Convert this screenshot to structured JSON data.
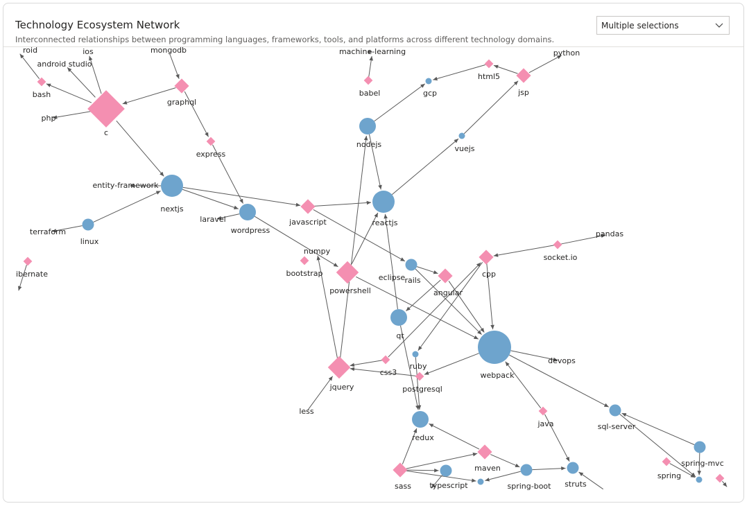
{
  "header": {
    "title": "Technology Ecosystem Network",
    "subtitle": "Interconnected relationships between programming languages, frameworks, tools, and platforms across different technology domains."
  },
  "filter": {
    "selected": "Multiple selections",
    "icon": "chevron-down-icon"
  },
  "colors": {
    "circle": "#6ea4cd",
    "diamond": "#f48fb1",
    "edge": "#595959"
  },
  "nodes": [
    {
      "id": "roid",
      "label": "roid",
      "shape": "none"
    },
    {
      "id": "ios",
      "label": "ios",
      "shape": "none"
    },
    {
      "id": "mongodb",
      "label": "mongodb",
      "shape": "none"
    },
    {
      "id": "android-studio",
      "label": "android studio",
      "shape": "none"
    },
    {
      "id": "bash",
      "label": "bash",
      "shape": "diamond",
      "size": "small"
    },
    {
      "id": "graphql",
      "label": "graphql",
      "shape": "diamond",
      "size": "medium"
    },
    {
      "id": "php",
      "label": "php",
      "shape": "none"
    },
    {
      "id": "c",
      "label": "c",
      "shape": "diamond",
      "size": "xlarge"
    },
    {
      "id": "express",
      "label": "express",
      "shape": "diamond",
      "size": "small"
    },
    {
      "id": "entity-framework",
      "label": "entity-framework",
      "shape": "none"
    },
    {
      "id": "nextjs",
      "label": "nextjs",
      "shape": "circle",
      "size": "large"
    },
    {
      "id": "laravel",
      "label": "laravel",
      "shape": "none"
    },
    {
      "id": "wordpress",
      "label": "wordpress",
      "shape": "circle",
      "size": "medium"
    },
    {
      "id": "terraform",
      "label": "terraform",
      "shape": "none"
    },
    {
      "id": "linux",
      "label": "linux",
      "shape": "circle",
      "size": "small"
    },
    {
      "id": "ibernate",
      "label": "ibernate",
      "shape": "diamond",
      "size": "small"
    },
    {
      "id": "machine-learning",
      "label": "machine-learning",
      "shape": "none"
    },
    {
      "id": "babel",
      "label": "babel",
      "shape": "diamond",
      "size": "small"
    },
    {
      "id": "gcp",
      "label": "gcp",
      "shape": "circle",
      "size": "tiny"
    },
    {
      "id": "html5",
      "label": "html5",
      "shape": "diamond",
      "size": "small"
    },
    {
      "id": "python",
      "label": "python",
      "shape": "none"
    },
    {
      "id": "jsp",
      "label": "jsp",
      "shape": "diamond",
      "size": "medium"
    },
    {
      "id": "nodejs",
      "label": "nodejs",
      "shape": "circle",
      "size": "medium"
    },
    {
      "id": "vuejs",
      "label": "vuejs",
      "shape": "circle",
      "size": "tiny"
    },
    {
      "id": "javascript",
      "label": "javascript",
      "shape": "diamond",
      "size": "medium"
    },
    {
      "id": "reactjs",
      "label": "reactjs",
      "shape": "circle",
      "size": "large"
    },
    {
      "id": "pandas",
      "label": "pandas",
      "shape": "none"
    },
    {
      "id": "socket-io",
      "label": "socket.io",
      "shape": "diamond",
      "size": "small"
    },
    {
      "id": "numpy",
      "label": "numpy",
      "shape": "none"
    },
    {
      "id": "bootstrap",
      "label": "bootstrap",
      "shape": "diamond",
      "size": "small"
    },
    {
      "id": "powershell",
      "label": "powershell",
      "shape": "diamond",
      "size": "large"
    },
    {
      "id": "eclipse",
      "label": "eclipse",
      "shape": "none"
    },
    {
      "id": "rails",
      "label": "rails",
      "shape": "circle",
      "size": "small"
    },
    {
      "id": "angular",
      "label": "angular",
      "shape": "diamond",
      "size": "medium"
    },
    {
      "id": "cpp",
      "label": "cpp",
      "shape": "diamond",
      "size": "medium"
    },
    {
      "id": "qt",
      "label": "qt",
      "shape": "circle",
      "size": "medium"
    },
    {
      "id": "webpack",
      "label": "webpack",
      "shape": "circle",
      "size": "xlarge"
    },
    {
      "id": "devops",
      "label": "devops",
      "shape": "none"
    },
    {
      "id": "ruby",
      "label": "ruby",
      "shape": "circle",
      "size": "tiny"
    },
    {
      "id": "css3",
      "label": "css3",
      "shape": "diamond",
      "size": "small"
    },
    {
      "id": "jquery",
      "label": "jquery",
      "shape": "diamond",
      "size": "large"
    },
    {
      "id": "postgresql",
      "label": "postgresql",
      "shape": "diamond",
      "size": "small"
    },
    {
      "id": "less",
      "label": "less",
      "shape": "none"
    },
    {
      "id": "redux",
      "label": "redux",
      "shape": "circle",
      "size": "medium"
    },
    {
      "id": "java",
      "label": "java",
      "shape": "diamond",
      "size": "small"
    },
    {
      "id": "sql-server",
      "label": "sql-server",
      "shape": "circle",
      "size": "small"
    },
    {
      "id": "spring-mvc",
      "label": "spring-mvc",
      "shape": "circle",
      "size": "small"
    },
    {
      "id": "spring",
      "label": "spring",
      "shape": "diamond",
      "size": "small"
    },
    {
      "id": "maven",
      "label": "maven",
      "shape": "diamond",
      "size": "medium"
    },
    {
      "id": "sass",
      "label": "sass",
      "shape": "diamond",
      "size": "medium"
    },
    {
      "id": "typescript",
      "label": "typescript",
      "shape": "circle",
      "size": "small"
    },
    {
      "id": "spring-boot",
      "label": "spring-boot",
      "shape": "circle",
      "size": "small"
    },
    {
      "id": "struts",
      "label": "struts",
      "shape": "circle",
      "size": "small"
    },
    {
      "id": "n-unl-1",
      "label": "",
      "shape": "circle",
      "size": "tiny"
    },
    {
      "id": "n-unl-2",
      "label": "",
      "shape": "circle",
      "size": "tiny"
    },
    {
      "id": "n-unl-3",
      "label": "",
      "shape": "diamond",
      "size": "small"
    },
    {
      "id": "n-off-1",
      "label": "",
      "shape": "none"
    },
    {
      "id": "n-off-2",
      "label": "",
      "shape": "none"
    },
    {
      "id": "n-off-3",
      "label": "",
      "shape": "none"
    },
    {
      "id": "n-off-4",
      "label": "",
      "shape": "none"
    },
    {
      "id": "n-off-5",
      "label": "",
      "shape": "none"
    }
  ],
  "edges": [
    {
      "from": "bash",
      "to": "roid"
    },
    {
      "from": "c",
      "to": "android-studio"
    },
    {
      "from": "c",
      "to": "ios"
    },
    {
      "from": "c",
      "to": "bash"
    },
    {
      "from": "c",
      "to": "php"
    },
    {
      "from": "graphql",
      "to": "c"
    },
    {
      "from": "mongodb",
      "to": "graphql"
    },
    {
      "from": "graphql",
      "to": "express"
    },
    {
      "from": "c",
      "to": "nextjs"
    },
    {
      "from": "express",
      "to": "wordpress"
    },
    {
      "from": "nextjs",
      "to": "entity-framework"
    },
    {
      "from": "nextjs",
      "to": "wordpress"
    },
    {
      "from": "nextjs",
      "to": "javascript"
    },
    {
      "from": "wordpress",
      "to": "laravel"
    },
    {
      "from": "linux",
      "to": "terraform"
    },
    {
      "from": "linux",
      "to": "nextjs"
    },
    {
      "from": "ibernate",
      "to": "n-off-1"
    },
    {
      "from": "babel",
      "to": "machine-learning"
    },
    {
      "from": "nodejs",
      "to": "gcp"
    },
    {
      "from": "html5",
      "to": "gcp"
    },
    {
      "from": "jsp",
      "to": "html5"
    },
    {
      "from": "jsp",
      "to": "python"
    },
    {
      "from": "vuejs",
      "to": "jsp"
    },
    {
      "from": "reactjs",
      "to": "vuejs"
    },
    {
      "from": "nodejs",
      "to": "reactjs"
    },
    {
      "from": "javascript",
      "to": "reactjs"
    },
    {
      "from": "javascript",
      "to": "rails"
    },
    {
      "from": "wordpress",
      "to": "powershell"
    },
    {
      "from": "powershell",
      "to": "reactjs"
    },
    {
      "from": "powershell",
      "to": "webpack"
    },
    {
      "from": "socket-io",
      "to": "pandas"
    },
    {
      "from": "socket-io",
      "to": "cpp"
    },
    {
      "from": "rails",
      "to": "angular"
    },
    {
      "from": "rails",
      "to": "webpack"
    },
    {
      "from": "angular",
      "to": "qt"
    },
    {
      "from": "angular",
      "to": "webpack"
    },
    {
      "from": "qt",
      "to": "reactjs"
    },
    {
      "from": "qt",
      "to": "redux"
    },
    {
      "from": "webpack",
      "to": "devops"
    },
    {
      "from": "webpack",
      "to": "sql-server"
    },
    {
      "from": "webpack",
      "to": "postgresql"
    },
    {
      "from": "cpp",
      "to": "ruby"
    },
    {
      "from": "cpp",
      "to": "webpack"
    },
    {
      "from": "css3",
      "to": "cpp"
    },
    {
      "from": "css3",
      "to": "jquery"
    },
    {
      "from": "postgresql",
      "to": "jquery"
    },
    {
      "from": "jquery",
      "to": "nodejs"
    },
    {
      "from": "jquery",
      "to": "numpy"
    },
    {
      "from": "less",
      "to": "jquery"
    },
    {
      "from": "ruby",
      "to": "redux"
    },
    {
      "from": "java",
      "to": "webpack"
    },
    {
      "from": "java",
      "to": "struts"
    },
    {
      "from": "sql-server",
      "to": "n-unl-2"
    },
    {
      "from": "spring-mvc",
      "to": "sql-server"
    },
    {
      "from": "spring-mvc",
      "to": "n-unl-2"
    },
    {
      "from": "spring",
      "to": "n-unl-2"
    },
    {
      "from": "n-unl-3",
      "to": "n-off-2"
    },
    {
      "from": "maven",
      "to": "redux"
    },
    {
      "from": "maven",
      "to": "spring-boot"
    },
    {
      "from": "sass",
      "to": "redux"
    },
    {
      "from": "sass",
      "to": "maven"
    },
    {
      "from": "sass",
      "to": "n-unl-1"
    },
    {
      "from": "sass",
      "to": "typescript"
    },
    {
      "from": "typescript",
      "to": "n-off-3"
    },
    {
      "from": "spring-boot",
      "to": "n-unl-1"
    },
    {
      "from": "spring-boot",
      "to": "struts"
    },
    {
      "from": "n-off-4",
      "to": "struts"
    },
    {
      "from": "n-off-5",
      "to": "machine-learning"
    }
  ]
}
